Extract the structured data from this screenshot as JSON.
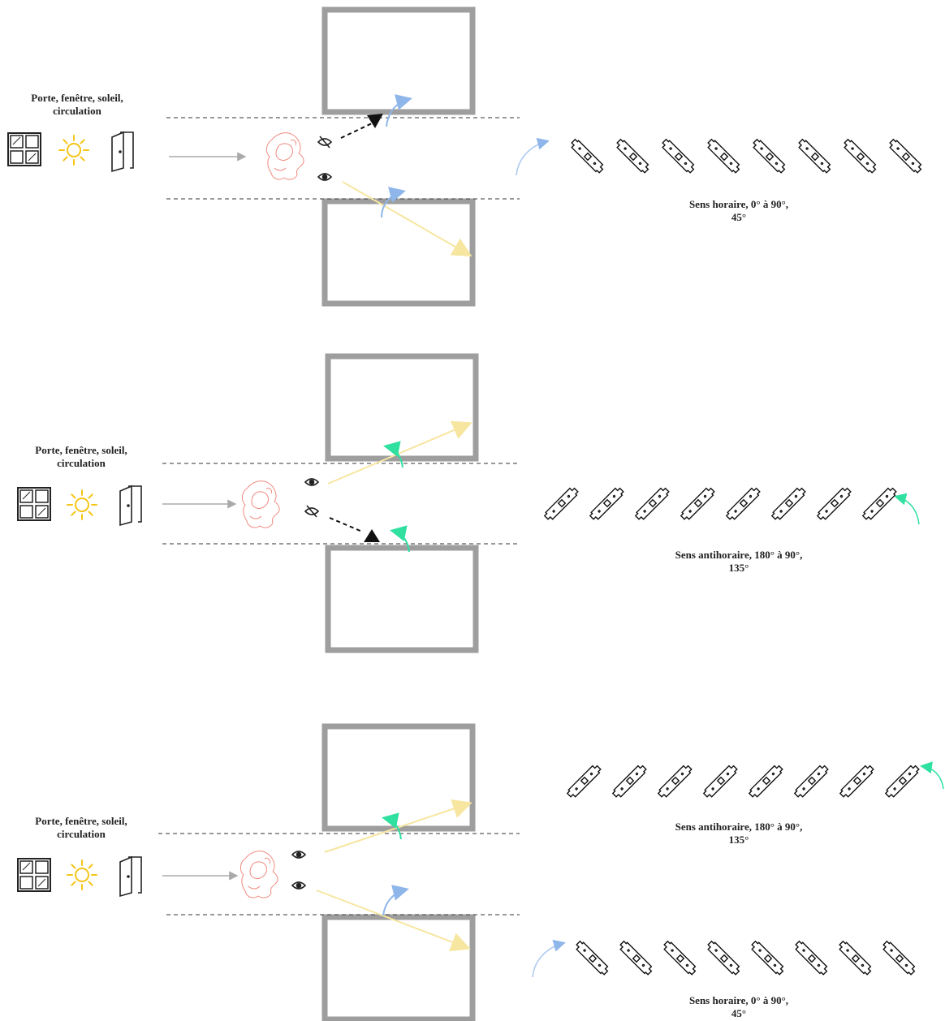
{
  "panels": [
    {
      "caption_line1": "Porte, fenêtre, soleil,",
      "caption_line2": "circulation",
      "rotation_label_line1": "Sens horaire, 0° à 90°,",
      "rotation_label_line2": "45°",
      "slat_direction": "clockwise",
      "slat_count": 8,
      "arrow_color": "#a9c8f0"
    },
    {
      "caption_line1": "Porte, fenêtre, soleil,",
      "caption_line2": "circulation",
      "rotation_label_line1": "Sens antihoraire, 180° à 90°,",
      "rotation_label_line2": "135°",
      "slat_direction": "counterclockwise",
      "slat_count": 8,
      "arrow_color": "#34e0a0"
    },
    {
      "caption_line1": "Porte, fenêtre, soleil,",
      "caption_line2": "circulation",
      "rotation_label_top_line1": "Sens antihoraire, 180° à 90°,",
      "rotation_label_top_line2": "135°",
      "rotation_label_bottom_line1": "Sens horaire, 0° à 90°,",
      "rotation_label_bottom_line2": "45°",
      "slat_count": 8
    }
  ],
  "colors": {
    "room_wall": "#9e9e9e",
    "person": "#f08a80",
    "sun": "#f5c518",
    "sun_ray": "#f7e6a0",
    "circulation_arrow": "#aaaaaa",
    "clockwise_arrow": "#8fb6ea",
    "counterclockwise_arrow": "#2fe0a0"
  },
  "icons": [
    "window-icon",
    "sun-icon",
    "door-icon",
    "eye-icon",
    "eye-off-icon",
    "person-icon"
  ]
}
